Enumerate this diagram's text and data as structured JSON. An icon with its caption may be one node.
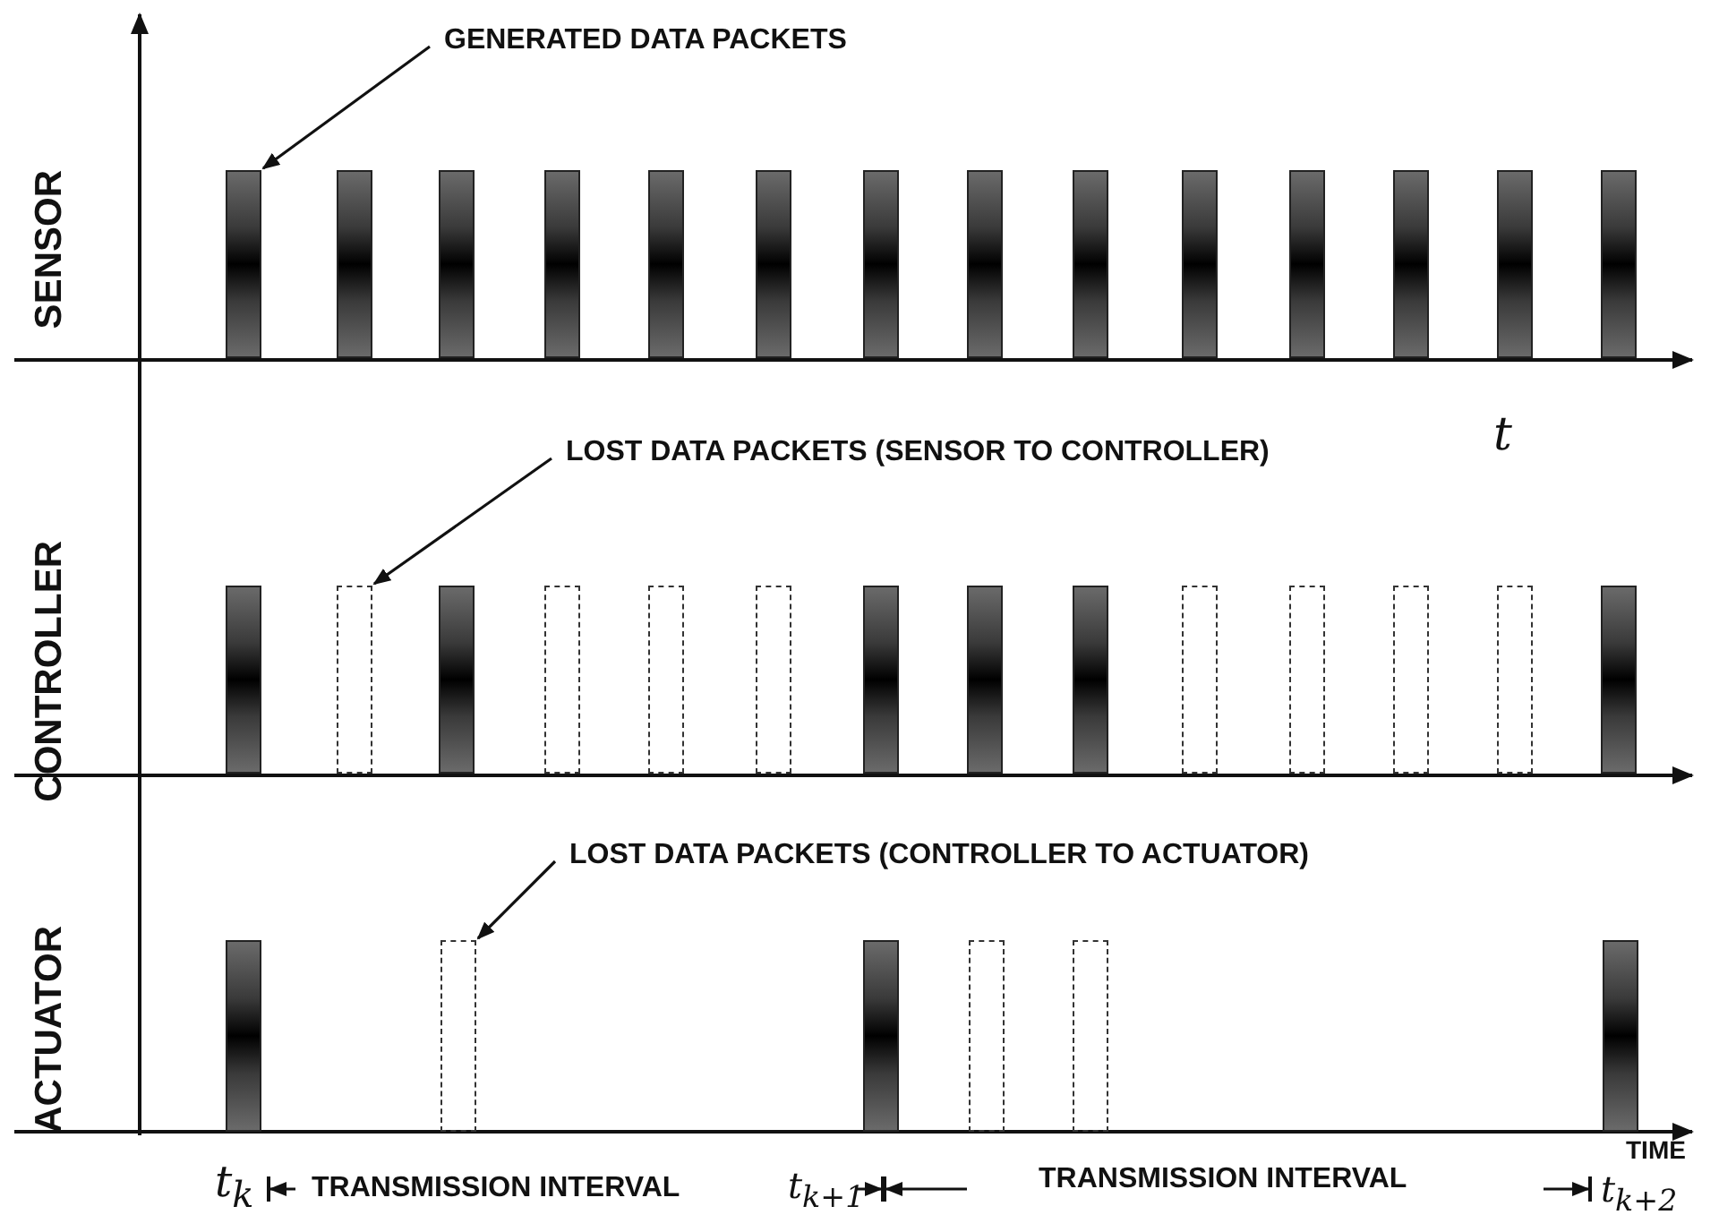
{
  "diagram": {
    "nodes": [
      {
        "text": [
          "GENERATED DATA PACKETS"
        ]
      },
      {
        "text": [],
        "shape": "bar"
      },
      {
        "text": [],
        "shape": "bar"
      },
      {
        "text": [],
        "shape": "bar"
      },
      {
        "text": [],
        "shape": "bar"
      },
      {
        "text": [],
        "shape": "bar"
      },
      {
        "text": [],
        "shape": "bar"
      },
      {
        "text": [],
        "shape": "bar"
      },
      {
        "text": [],
        "shape": "bar"
      },
      {
        "text": [],
        "shape": "bar"
      },
      {
        "text": [],
        "shape": "bar"
      },
      {
        "text": [],
        "shape": "bar"
      },
      {
        "text": [],
        "shape": "bar"
      },
      {
        "text": [],
        "shape": "bar"
      },
      {
        "text": [],
        "shape": "bar"
      },
      {
        "text": [
          "LOST DATA PACKETS (SENSOR TO CONTROLLER)"
        ]
      },
      {
        "text": [],
        "shape": "bar"
      },
      {
        "text": [],
        "shape": "box"
      },
      {
        "text": [],
        "shape": "bar"
      },
      {
        "text": [],
        "shape": "box"
      },
      {
        "text": [],
        "shape": "box"
      },
      {
        "text": [],
        "shape": "box"
      },
      {
        "text": [],
        "shape": "bar"
      },
      {
        "text": [],
        "shape": "bar"
      },
      {
        "text": [],
        "shape": "bar"
      },
      {
        "text": [],
        "shape": "box"
      },
      {
        "text": [],
        "shape": "box"
      },
      {
        "text": [],
        "shape": "box"
      },
      {
        "text": [],
        "shape": "box"
      },
      {
        "text": [],
        "shape": "bar"
      },
      {
        "text": [
          "LOST DATA PACKETS (CONTROLLER TO ACTUATOR)"
        ]
      },
      {
        "text": [],
        "shape": "bar"
      },
      {
        "text": [],
        "shape": "box"
      },
      {
        "text": [],
        "shape": "bar"
      },
      {
        "text": [],
        "shape": "box"
      },
      {
        "text": [],
        "shape": "box"
      },
      {
        "text": [],
        "shape": "bar"
      }
    ],
    "edges": [
      {
        "from": 0,
        "to": 1,
        "arrow": "to"
      },
      {
        "from": 15,
        "to": 17,
        "arrow": "to"
      },
      {
        "from": 30,
        "to": 32,
        "arrow": "to"
      }
    ],
    "labels": [
      "SENSOR",
      "t",
      "CONTROLLER",
      "ACTUATOR",
      "TIME",
      "t$_{k}$",
      "TRANSMISSION INTERVAL",
      "t$_{k+1}$",
      "TRANSMISSION INTERVAL",
      "t$_{k+2}$"
    ]
  }
}
